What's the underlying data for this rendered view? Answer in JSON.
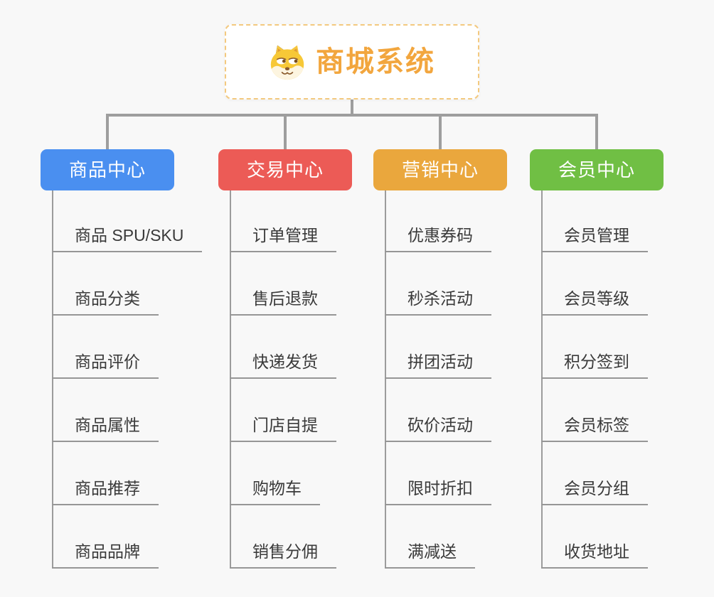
{
  "root": {
    "title": "商城系统",
    "icon": "dog-icon"
  },
  "colors": {
    "background": "#f8f8f8",
    "connector": "#9e9e9e",
    "root_text": "#f2a63e",
    "root_border": "#f3c97f",
    "leaf_text": "#3a3a3a"
  },
  "branches": [
    {
      "label": "商品中心",
      "color": "#4a8ff0",
      "items": [
        "商品 SPU/SKU",
        "商品分类",
        "商品评价",
        "商品属性",
        "商品推荐",
        "商品品牌"
      ]
    },
    {
      "label": "交易中心",
      "color": "#ec5b56",
      "items": [
        "订单管理",
        "售后退款",
        "快递发货",
        "门店自提",
        "购物车",
        "销售分佣"
      ]
    },
    {
      "label": "营销中心",
      "color": "#eaa73d",
      "items": [
        "优惠券码",
        "秒杀活动",
        "拼团活动",
        "砍价活动",
        "限时折扣",
        "满减送"
      ]
    },
    {
      "label": "会员中心",
      "color": "#70bf44",
      "items": [
        "会员管理",
        "会员等级",
        "积分签到",
        "会员标签",
        "会员分组",
        "收货地址"
      ]
    }
  ]
}
